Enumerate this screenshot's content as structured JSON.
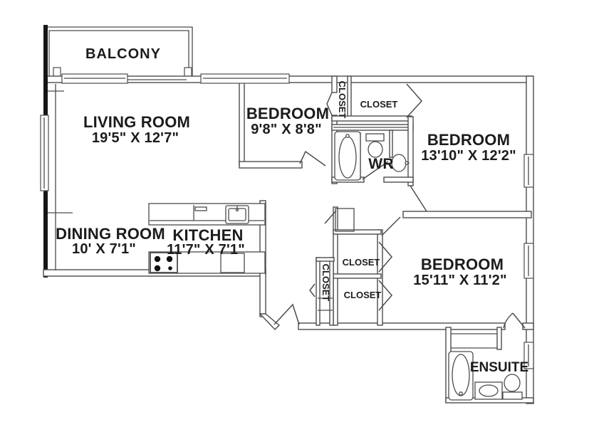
{
  "floorplan": {
    "balcony": {
      "label": "BALCONY"
    },
    "living_room": {
      "name": "LIVING ROOM",
      "dims": "19'5\" X 12'7\""
    },
    "bedroom_top": {
      "name": "BEDROOM",
      "dims": "9'8\" X 8'8\""
    },
    "bedroom_right": {
      "name": "BEDROOM",
      "dims": "13'10\" X 12'2\""
    },
    "bedroom_bottom": {
      "name": "BEDROOM",
      "dims": "15'11\" X 11'2\""
    },
    "dining_room": {
      "name": "DINING ROOM",
      "dims": "10' X 7'1\""
    },
    "kitchen": {
      "name": "KITCHEN",
      "dims": "11'7\" X 7'1\""
    },
    "washroom": {
      "label": "WR"
    },
    "ensuite": {
      "label": "ENSUITE"
    },
    "closet": {
      "label": "CLOSET"
    }
  },
  "colors": {
    "background": "#ffffff",
    "wall_dark": "#161616",
    "line": "#4c4c4c",
    "text": "#1c1c1c"
  }
}
